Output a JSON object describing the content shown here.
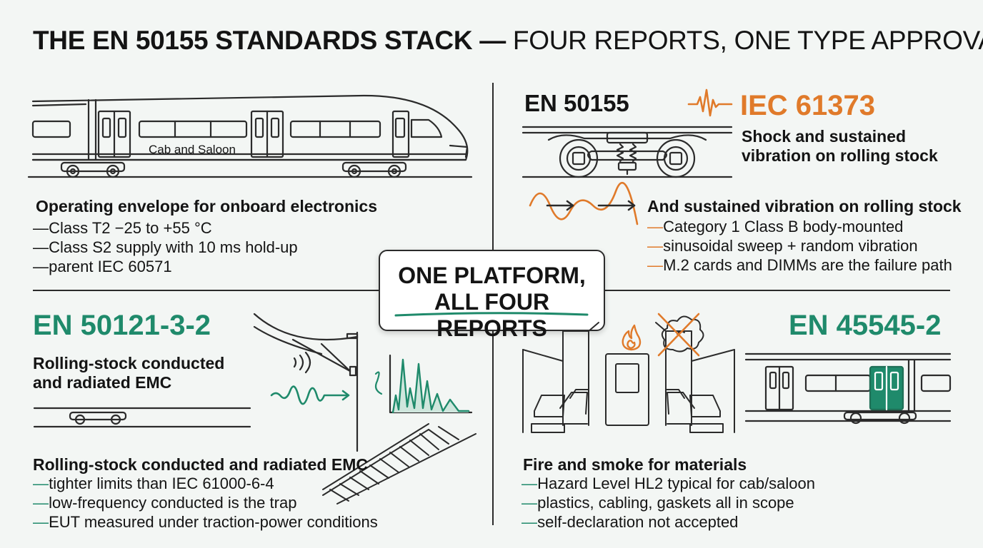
{
  "header": {
    "title_bold": "THE EN 50155 STANDARDS STACK",
    "title_sep": " — ",
    "title_light": "FOUR REPORTS, ONE TYPE APPROVAL"
  },
  "center": {
    "line1": "ONE PLATFORM,",
    "line2": "ALL FOUR REPORTS"
  },
  "q1": {
    "train_label": "Cab and Saloon",
    "heading": "Operating envelope for onboard electronics",
    "bullets": [
      "Class T2 −25 to +55 °C",
      "Class S2 supply with 10 ms hold-up",
      "parent IEC 60571"
    ]
  },
  "q2": {
    "std_left": "EN 50155",
    "std_right": "IEC 61373",
    "desc_line1": "Shock and sustained",
    "desc_line2": "vibration on rolling stock",
    "heading": "And sustained vibration on rolling stock",
    "bullets": [
      "Category 1 Class B body-mounted",
      "sinusoidal sweep + random vibration",
      "M.2 cards and DIMMs are the failure path"
    ]
  },
  "q3": {
    "std": "EN 50121-3-2",
    "desc_line1": "Rolling-stock conducted",
    "desc_line2": "and radiated EMC",
    "heading": "Rolling-stock conducted and radiated EMC",
    "bullets": [
      "tighter limits than IEC 61000-6-4",
      "low-frequency conducted is the trap",
      "EUT measured under traction-power conditions"
    ]
  },
  "q4": {
    "std": "EN 45545-2",
    "heading": "Fire and smoke for materials",
    "bullets": [
      "Hazard Level HL2 typical for cab/saloon",
      "plastics, cabling, gaskets all in scope",
      "self-declaration not accepted"
    ]
  },
  "colors": {
    "green": "#1f8a6b",
    "orange": "#e07a2a",
    "ink": "#141414"
  },
  "icons": {
    "train": "train-icon",
    "bogie": "bogie-icon",
    "wave": "sine-wave-icon",
    "pantograph": "pantograph-icon",
    "spectrum": "spectrum-icon",
    "track": "railway-track-icon",
    "saloon": "saloon-interior-icon",
    "flame": "flame-icon",
    "smoke": "no-smoke-icon",
    "shock": "shock-pulse-icon"
  }
}
